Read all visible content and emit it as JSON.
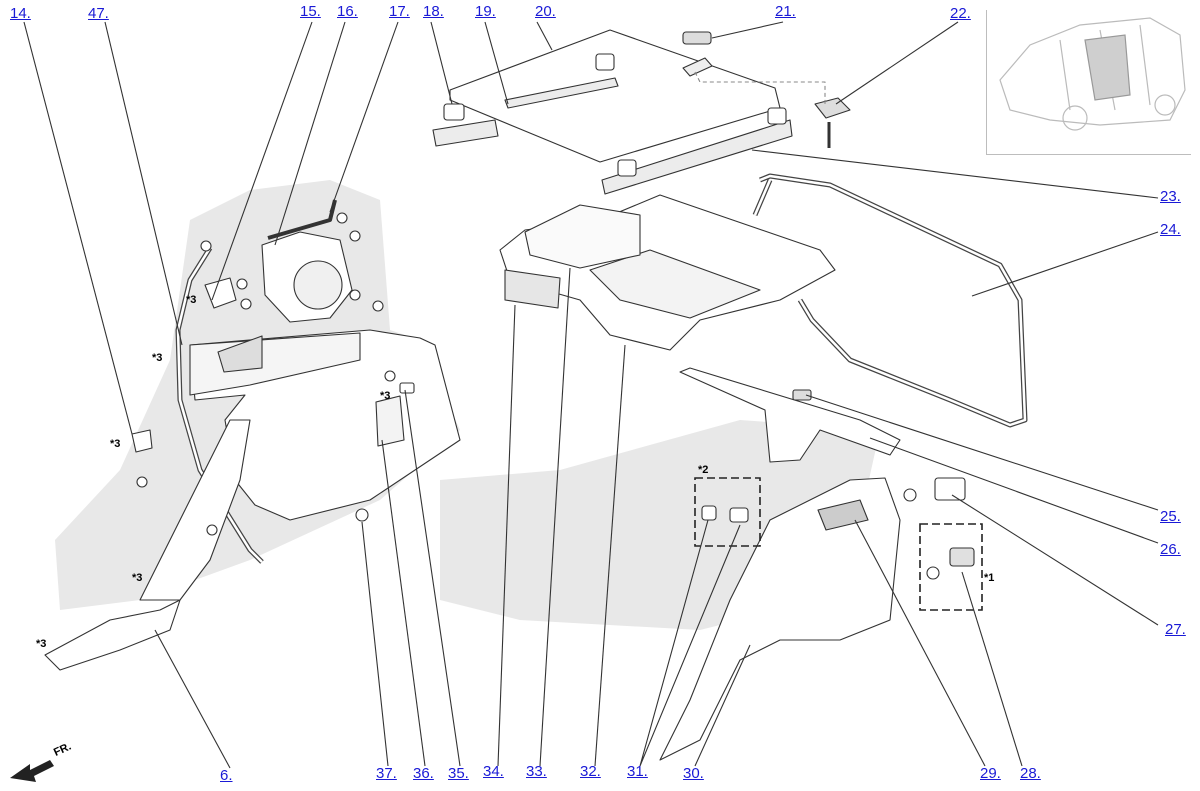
{
  "diagram": {
    "callouts": [
      "14.",
      "47.",
      "15.",
      "16.",
      "17.",
      "18.",
      "19.",
      "20.",
      "21.",
      "22.",
      "23.",
      "24.",
      "25.",
      "26.",
      "27.",
      "28.",
      "29.",
      "30.",
      "31.",
      "32.",
      "33.",
      "34.",
      "35.",
      "36.",
      "37.",
      "6."
    ],
    "notes": [
      "*3",
      "*3",
      "*3",
      "*3",
      "*3",
      "*3",
      "*2",
      "*1"
    ],
    "direction_label": "FR."
  },
  "colors": {
    "link": "#1a1ad6",
    "line": "#333333",
    "part": "#ffffff",
    "shade": "#e6e6e6"
  }
}
